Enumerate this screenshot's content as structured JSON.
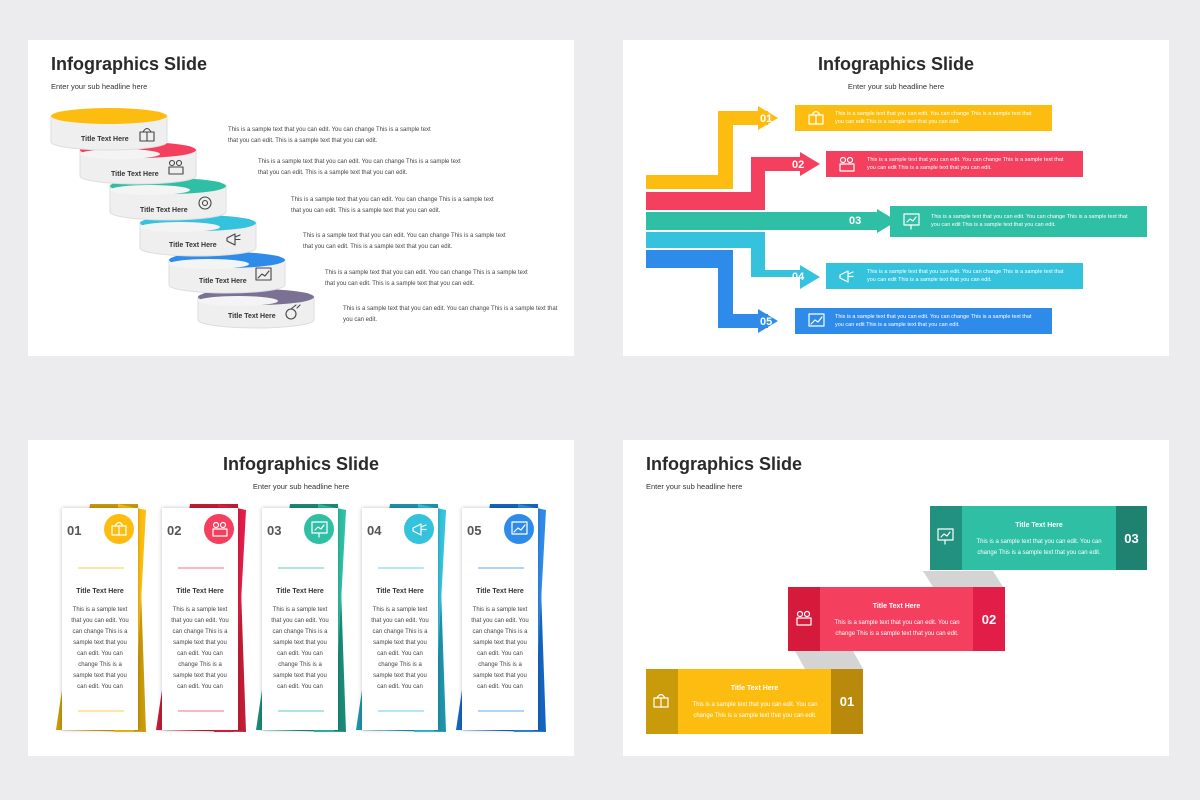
{
  "colors": {
    "yellow": "#fdbd10",
    "red": "#f43f5e",
    "teal": "#2ebfa5",
    "cyan": "#35c2dc",
    "blue": "#2f8bea",
    "purple": "#7a7195"
  },
  "s1": {
    "title": "Infographics Slide",
    "subtitle": "Enter your sub headline here",
    "items": [
      {
        "label": "Title Text Here",
        "text": "This is a sample text that you can edit. You can change This is a sample text that you can edit. This is a sample text that you can edit."
      },
      {
        "label": "Title Text Here",
        "text": "This is a sample text that you can edit. You can change This is a sample text that you can edit. This is a sample text that you can edit."
      },
      {
        "label": "Title Text Here",
        "text": "This is a sample text that you can edit. You can change This is a sample text that you can edit. This is a sample text that you can edit."
      },
      {
        "label": "Title Text Here",
        "text": "This is a sample text that you can edit. You can change This is a sample text that you can edit. This is a sample text that you can edit."
      },
      {
        "label": "Title Text Here",
        "text": "This is a sample text that you can edit. You can change This is a sample text that you can edit. This is a sample text that you can edit."
      },
      {
        "label": "Title Text Here",
        "text": "This is a sample text that you can edit. You can change This is a sample text that you can edit."
      }
    ]
  },
  "s2": {
    "title": "Infographics Slide",
    "subtitle": "Enter your sub headline here",
    "items": [
      {
        "num": "01",
        "text": "This is a sample text that you can edit. You can change This is a sample text that you can edit This is a sample text that you can edit."
      },
      {
        "num": "02",
        "text": "This is a sample text that you can edit. You can change This is a sample text that you can edit This is a sample text that you can edit."
      },
      {
        "num": "03",
        "text": "This is a sample text that you can edit. You can change This is a sample text that you can edit This is a sample text that you can edit."
      },
      {
        "num": "04",
        "text": "This is a sample text that you can edit. You can change This is a sample text that you can edit This is a sample text that you can edit."
      },
      {
        "num": "05",
        "text": "This is a sample text that you can edit. You can change This is a sample text that you can edit This is a sample text that you can edit."
      }
    ]
  },
  "s3": {
    "title": "Infographics Slide",
    "subtitle": "Enter your sub headline here",
    "cards": [
      {
        "num": "01",
        "label": "Title Text Here",
        "text": "This is a sample text that you can edit. You can change This is a sample text that you can edit. You can change This is a sample text that you can edit. You can"
      },
      {
        "num": "02",
        "label": "Title Text Here",
        "text": "This is a sample text that you can edit. You can change This is a sample text that you can edit. You can change This is a sample text that you can edit. You can"
      },
      {
        "num": "03",
        "label": "Title Text Here",
        "text": "This is a sample text that you can edit. You can change This is a sample text that you can edit. You can change This is a sample text that you can edit. You can"
      },
      {
        "num": "04",
        "label": "Title Text Here",
        "text": "This is a sample text that you can edit. You can change This is a sample text that you can edit. You can change This is a sample text that you can edit. You can"
      },
      {
        "num": "05",
        "label": "Title Text Here",
        "text": "This is a sample text that you can edit. You can change This is a sample text that you can edit. You can change This is a sample text that you can edit. You can"
      }
    ]
  },
  "s4": {
    "title": "Infographics Slide",
    "subtitle": "Enter your sub headline here",
    "steps": [
      {
        "num": "03",
        "label": "Title Text Here",
        "text": "This is a sample text that you can edit. You can change This is a sample text that you can edit."
      },
      {
        "num": "02",
        "label": "Title Text Here",
        "text": "This is a sample text that you can edit. You can change This is a sample text that you can edit."
      },
      {
        "num": "01",
        "label": "Title Text Here",
        "text": "This is a sample text that you can edit. You can change This is a sample text that you can edit."
      }
    ]
  }
}
